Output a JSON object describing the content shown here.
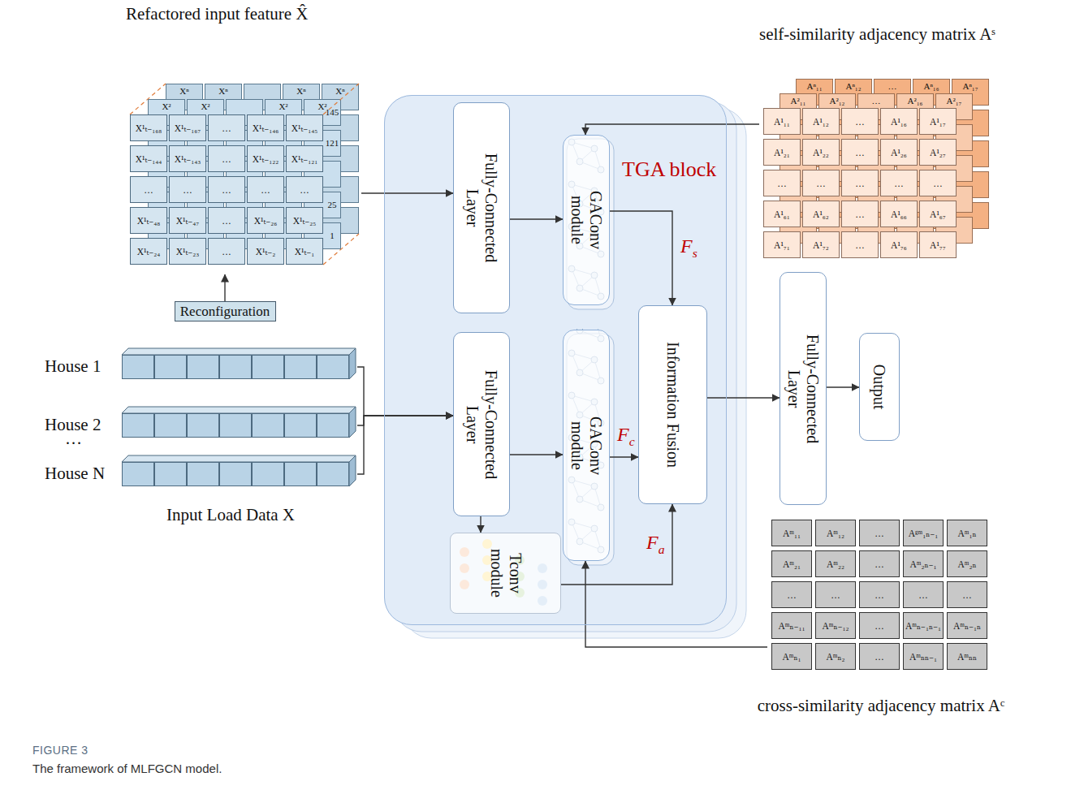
{
  "diagram": {
    "caption": "The framework of MLFGCN model.",
    "nodes": [
      {
        "text": [
          "Refactored input feature X̂"
        ]
      },
      {
        "text": [
          "self-similarity adjacency matrix Aˢ"
        ]
      },
      {
        "text": [
          "cross-similarity adjacency matrix Aᶜ"
        ]
      },
      {
        "text": [
          "Reconfiguration"
        ]
      },
      {
        "text": [
          "House 1"
        ]
      },
      {
        "text": [
          "House 2"
        ]
      },
      {
        "text": [
          "House N"
        ]
      },
      {
        "text": [
          "TGA block"
        ]
      },
      {
        "text": [
          "Fully-Connected Layer"
        ],
        "in": 7
      },
      {
        "text": [
          "GAConv module"
        ],
        "in": 7
      },
      {
        "text": [
          "Fully-Connected Layer"
        ],
        "in": 7
      },
      {
        "text": [
          "GAConv module"
        ],
        "in": 7
      },
      {
        "text": [
          "Tconv module"
        ],
        "in": 7
      },
      {
        "text": [
          "Information Fusion"
        ],
        "in": 7
      },
      {
        "text": [
          "Fully-Connected Layer"
        ]
      },
      {
        "text": [
          "Output"
        ]
      },
      {
        "text": [
          "X¹ₜ₋₁₆₈"
        ],
        "in": 0
      },
      {
        "text": [
          "X¹ₜ₋₁₆₇"
        ],
        "in": 0
      },
      {
        "text": [
          "…"
        ],
        "in": 0
      },
      {
        "text": [
          "X¹ₜ₋₁₄₆"
        ],
        "in": 0
      },
      {
        "text": [
          "X¹ₜ₋₁₄₅"
        ],
        "in": 0
      },
      {
        "text": [
          "X¹ₜ₋₁₄₄"
        ],
        "in": 0
      },
      {
        "text": [
          "X¹ₜ₋₁₄₃"
        ],
        "in": 0
      },
      {
        "text": [
          "…"
        ],
        "in": 0
      },
      {
        "text": [
          "X¹ₜ₋₁₂₂"
        ],
        "in": 0
      },
      {
        "text": [
          "X¹ₜ₋₁₂₁"
        ],
        "in": 0
      },
      {
        "text": [
          "…"
        ],
        "in": 0
      },
      {
        "text": [
          "…"
        ],
        "in": 0
      },
      {
        "text": [
          "…"
        ],
        "in": 0
      },
      {
        "text": [
          "…"
        ],
        "in": 0
      },
      {
        "text": [
          "…"
        ],
        "in": 0
      },
      {
        "text": [
          "X¹ₜ₋₄₈"
        ],
        "in": 0
      },
      {
        "text": [
          "X¹ₜ₋₄₇"
        ],
        "in": 0
      },
      {
        "text": [
          "…"
        ],
        "in": 0
      },
      {
        "text": [
          "X¹ₜ₋₂₆"
        ],
        "in": 0
      },
      {
        "text": [
          "X¹ₜ₋₂₅"
        ],
        "in": 0
      },
      {
        "text": [
          "X¹ₜ₋₂₄"
        ],
        "in": 0
      },
      {
        "text": [
          "X¹ₜ₋₂₃"
        ],
        "in": 0
      },
      {
        "text": [
          "…"
        ],
        "in": 0
      },
      {
        "text": [
          "X¹ₜ₋₂"
        ],
        "in": 0
      },
      {
        "text": [
          "X¹ₜ₋₁"
        ],
        "in": 0
      },
      {
        "text": [
          "A¹₁₁"
        ],
        "in": 1
      },
      {
        "text": [
          "A¹₁₂"
        ],
        "in": 1
      },
      {
        "text": [
          "…"
        ],
        "in": 1
      },
      {
        "text": [
          "A¹₁₆"
        ],
        "in": 1
      },
      {
        "text": [
          "A¹₁₇"
        ],
        "in": 1
      },
      {
        "text": [
          "A¹₂₁"
        ],
        "in": 1
      },
      {
        "text": [
          "A¹₂₂"
        ],
        "in": 1
      },
      {
        "text": [
          "…"
        ],
        "in": 1
      },
      {
        "text": [
          "A¹₂₆"
        ],
        "in": 1
      },
      {
        "text": [
          "A¹₂₇"
        ],
        "in": 1
      },
      {
        "text": [
          "…"
        ],
        "in": 1
      },
      {
        "text": [
          "…"
        ],
        "in": 1
      },
      {
        "text": [
          "…"
        ],
        "in": 1
      },
      {
        "text": [
          "…"
        ],
        "in": 1
      },
      {
        "text": [
          "…"
        ],
        "in": 1
      },
      {
        "text": [
          "A¹₆₁"
        ],
        "in": 1
      },
      {
        "text": [
          "A¹₆₂"
        ],
        "in": 1
      },
      {
        "text": [
          "…"
        ],
        "in": 1
      },
      {
        "text": [
          "A¹₆₆"
        ],
        "in": 1
      },
      {
        "text": [
          "A¹₆₇"
        ],
        "in": 1
      },
      {
        "text": [
          "A¹₇₁"
        ],
        "in": 1
      },
      {
        "text": [
          "A¹₇₂"
        ],
        "in": 1
      },
      {
        "text": [
          "…"
        ],
        "in": 1
      },
      {
        "text": [
          "A¹₇₆"
        ],
        "in": 1
      },
      {
        "text": [
          "A¹₇₇"
        ],
        "in": 1
      },
      {
        "text": [
          "Aᵐ₁₁"
        ],
        "in": 2
      },
      {
        "text": [
          "Aᵐ₁₂"
        ],
        "in": 2
      },
      {
        "text": [
          "…"
        ],
        "in": 2
      },
      {
        "text": [
          "Aᵍᵐ₁ₙ₋₁"
        ],
        "in": 2
      },
      {
        "text": [
          "Aᵐ₁ₙ"
        ],
        "in": 2
      },
      {
        "text": [
          "Aᵐ₂₁"
        ],
        "in": 2
      },
      {
        "text": [
          "Aᵐ₂₂"
        ],
        "in": 2
      },
      {
        "text": [
          "…"
        ],
        "in": 2
      },
      {
        "text": [
          "Aᵐ₂ₙ₋₁"
        ],
        "in": 2
      },
      {
        "text": [
          "Aᵐ₂ₙ"
        ],
        "in": 2
      },
      {
        "text": [
          "…"
        ],
        "in": 2
      },
      {
        "text": [
          "…"
        ],
        "in": 2
      },
      {
        "text": [
          "…"
        ],
        "in": 2
      },
      {
        "text": [
          "…"
        ],
        "in": 2
      },
      {
        "text": [
          "…"
        ],
        "in": 2
      },
      {
        "text": [
          "Aᵐₙ₋₁₁"
        ],
        "in": 2
      },
      {
        "text": [
          "Aᵐₙ₋₁₂"
        ],
        "in": 2
      },
      {
        "text": [
          "…"
        ],
        "in": 2
      },
      {
        "text": [
          "Aᵐₙ₋₁ₙ₋₁"
        ],
        "in": 2
      },
      {
        "text": [
          "Aᵐₙ₋₁ₙ"
        ],
        "in": 2
      },
      {
        "text": [
          "Aᵐₙ₁"
        ],
        "in": 2
      },
      {
        "text": [
          "Aᵐₙ₂"
        ],
        "in": 2
      },
      {
        "text": [
          "…"
        ],
        "in": 2
      },
      {
        "text": [
          "Aᵐₙₙ₋₁"
        ],
        "in": 2
      },
      {
        "text": [
          "Aᵐₙₙ"
        ],
        "in": 2
      }
    ],
    "edges": [
      {
        "from": 3,
        "to": 0,
        "arrow": "to"
      },
      {
        "from": 0,
        "to": 8,
        "arrow": "to"
      },
      {
        "from": 4,
        "to": 10,
        "arrow": "to"
      },
      {
        "from": 5,
        "to": 10,
        "arrow": "to"
      },
      {
        "from": 6,
        "to": 10,
        "arrow": "to"
      },
      {
        "from": 8,
        "to": 9,
        "arrow": "to"
      },
      {
        "from": 10,
        "to": 11,
        "arrow": "to"
      },
      {
        "from": 10,
        "to": 12,
        "arrow": "to"
      },
      {
        "from": 9,
        "to": 13,
        "label": "Fs",
        "arrow": "to"
      },
      {
        "from": 11,
        "to": 13,
        "label": "Fc",
        "arrow": "to"
      },
      {
        "from": 12,
        "to": 13,
        "label": "Fa",
        "arrow": "to"
      },
      {
        "from": 1,
        "to": 9,
        "arrow": "to"
      },
      {
        "from": 2,
        "to": 11,
        "arrow": "to"
      },
      {
        "from": 13,
        "to": 14,
        "arrow": "to"
      },
      {
        "from": 14,
        "to": 15,
        "arrow": "to"
      }
    ],
    "labels": [
      "Input Load Data X",
      "…",
      "FIGURE 3",
      "Xⁿ",
      "Xⁿ",
      "Xⁿ",
      "Xⁿ",
      "X²",
      "X²",
      "X²",
      "X²",
      "145",
      "121",
      "25",
      "1",
      "Aⁿ₁₁",
      "Aⁿ₁₂",
      "…",
      "Aⁿ₁₆",
      "Aⁿ₁₇",
      "A²₁₁",
      "A²₁₂",
      "…",
      "A²₁₆",
      "A²₁₇"
    ]
  }
}
